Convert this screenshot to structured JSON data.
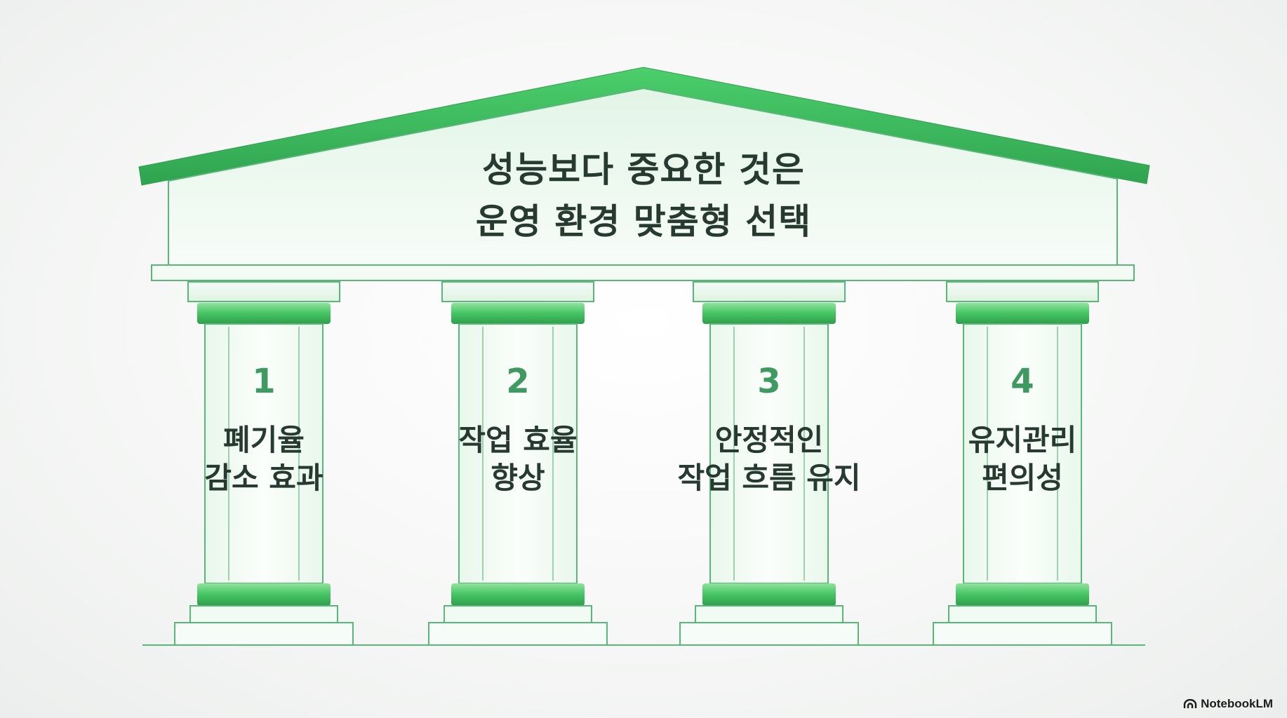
{
  "title": {
    "line1": "성능보다 중요한 것은",
    "line2": "운영 환경 맞춤형 선택"
  },
  "pillars": [
    {
      "number": "1",
      "line1": "폐기율",
      "line2": "감소 효과"
    },
    {
      "number": "2",
      "line1": "작업 효율",
      "line2": "향상"
    },
    {
      "number": "3",
      "line1": "안정적인",
      "line2": "작업 흐름 유지"
    },
    {
      "number": "4",
      "line1": "유지관리",
      "line2": "편의성"
    }
  ],
  "brand": {
    "label": "NotebookLM",
    "icon": "notebooklm-logo-icon"
  },
  "colors": {
    "accent": "#3fbf5f",
    "accent_dark": "#2f9e4c",
    "number": "#3f9a62",
    "text": "#263a31",
    "outline": "#57b877"
  }
}
